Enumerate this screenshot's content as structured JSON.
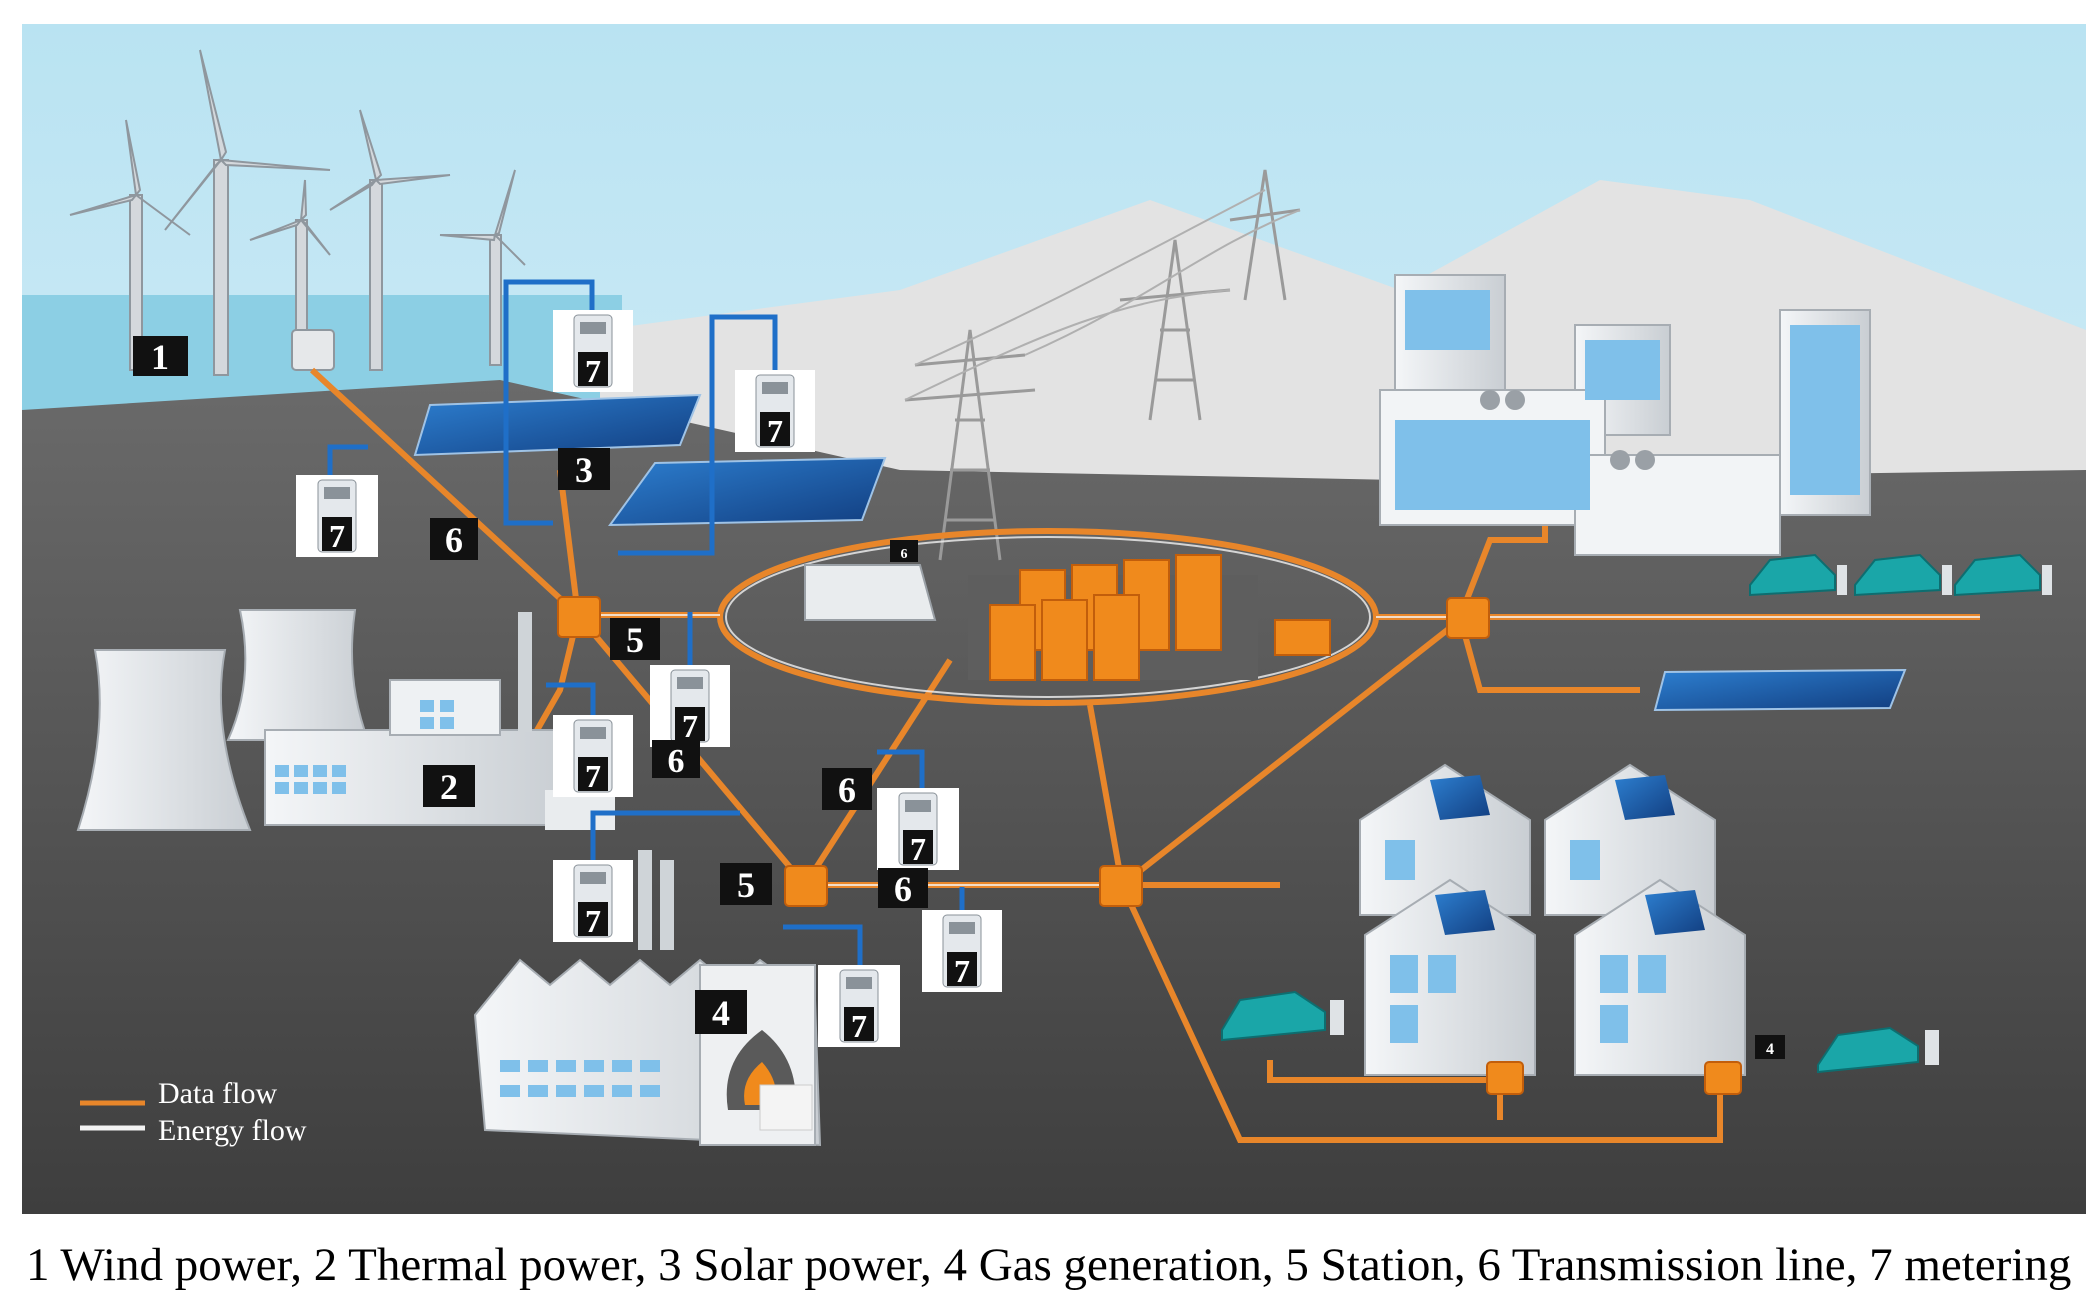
{
  "legend": {
    "data_flow": "Data flow",
    "energy_flow": "Energy flow",
    "data_flow_color": "#e8862a",
    "energy_flow_color": "#f2f2f2"
  },
  "labels": [
    {
      "id": "wind-power-label",
      "text": "1"
    },
    {
      "id": "solar-power-label",
      "text": "3"
    },
    {
      "id": "transmission-line-label-nw",
      "text": "6"
    },
    {
      "id": "station-label-upper",
      "text": "5"
    },
    {
      "id": "thermal-power-label",
      "text": "2"
    },
    {
      "id": "transmission-line-label-mid",
      "text": "6"
    },
    {
      "id": "transmission-line-label-east",
      "text": "6"
    },
    {
      "id": "station-label-lower",
      "text": "5"
    },
    {
      "id": "transmission-line-label-south",
      "text": "6"
    },
    {
      "id": "gas-generation-label",
      "text": "4"
    }
  ],
  "meters": [
    {
      "id": "meter-solar-top",
      "text": "7"
    },
    {
      "id": "meter-solar-right",
      "text": "7"
    },
    {
      "id": "meter-wind",
      "text": "7"
    },
    {
      "id": "meter-thermal",
      "text": "7"
    },
    {
      "id": "meter-station-upper",
      "text": "7"
    },
    {
      "id": "meter-gas-left",
      "text": "7"
    },
    {
      "id": "meter-east",
      "text": "7"
    },
    {
      "id": "meter-south-east",
      "text": "7"
    },
    {
      "id": "meter-gas-right",
      "text": "7"
    }
  ],
  "small_labels": [
    {
      "id": "storage-label",
      "text": "6"
    },
    {
      "id": "house-label",
      "text": "4"
    }
  ],
  "caption": "1 Wind power, 2 Thermal power, 3 Solar power, 4 Gas generation, 5 Station, 6 Transmission line, 7 metering",
  "colors": {
    "sky": "#a9d9ec",
    "mountain": "#e6e6e6",
    "ground": "#4a4a4a",
    "data_link": "#1f6fc8",
    "station": "#f08a1c",
    "solar_panel": "#1a5aa8",
    "car": "#1aa6a8"
  }
}
